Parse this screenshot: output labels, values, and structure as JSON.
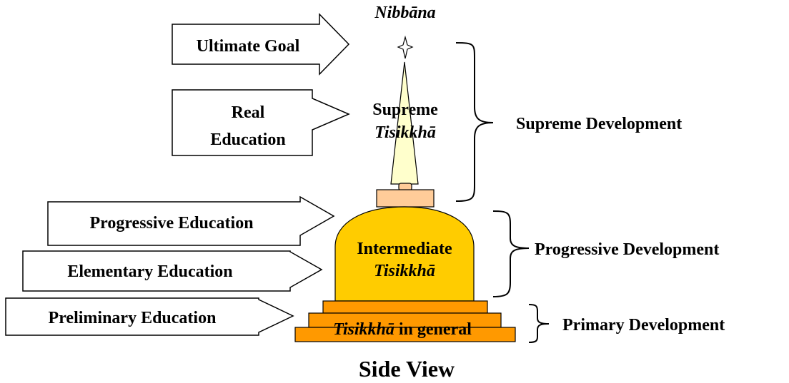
{
  "top_label": "Nibbāna",
  "arrows": {
    "ultimate_goal": "Ultimate Goal",
    "real_education_line1": "Real",
    "real_education_line2": "Education",
    "progressive_education": "Progressive Education",
    "elementary_education": "Elementary Education",
    "preliminary_education": "Preliminary Education"
  },
  "stupa": {
    "spire_line1": "Supreme",
    "spire_line2": "Tisikkhā",
    "dome_line1": "Intermediate",
    "dome_line2": "Tisikkhā",
    "base_italic": "Tisikkhā",
    "base_rest": " in general"
  },
  "braces": {
    "supreme": "Supreme Development",
    "progressive": "Progressive Development",
    "primary": "Primary Development"
  },
  "caption": "Side View",
  "colors": {
    "spire_fill": "#ffffcc",
    "harmika_fill": "#ffcc99",
    "dome_fill": "#ffcc00",
    "base_fill": "#ff9900",
    "outline": "#000000"
  }
}
